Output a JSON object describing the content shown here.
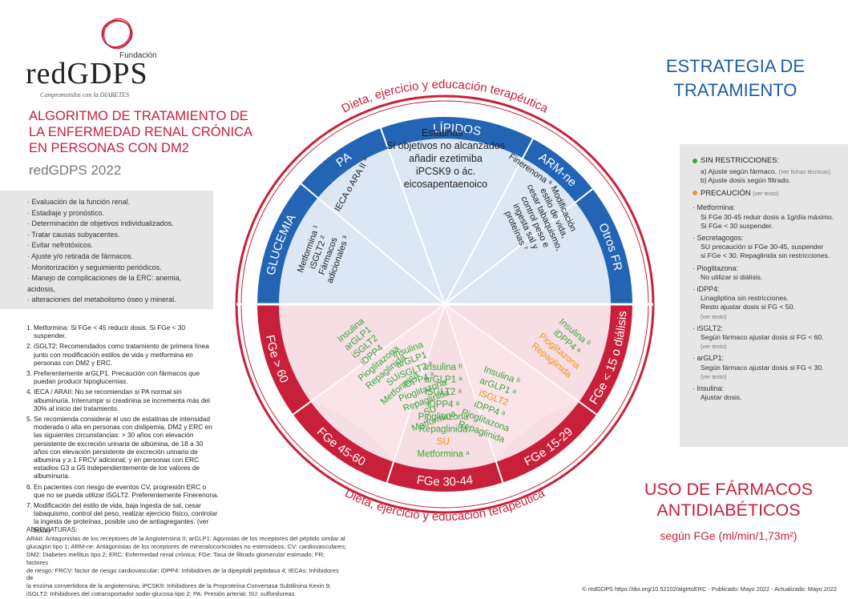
{
  "logo": {
    "fundacion": "Fundación",
    "name": "redGDPS",
    "tagline": "Comprometidos con la DIABETES"
  },
  "title": {
    "lines": [
      "ALGORITMO DE TRATAMIENTO DE",
      "LA ENFERMEDAD RENAL CRÓNICA",
      "EN PERSONAS CON DM2"
    ],
    "sub": "redGDPS 2022"
  },
  "summary_items": [
    "Evaluación de la función renal.",
    "Estadiaje y pronóstico.",
    "Determinación de objetivos individualizados.",
    "Tratar causas subyacentes.",
    "Evitar nefrotóxicos.",
    "Ajuste y/o retirada de fármacos.",
    "Monitorización y seguimiento periódicos.",
    "Manejo de complicaciones de la ERC: anemia, acidosis,",
    "alteraciones del metabolismo óseo y mineral."
  ],
  "notes": [
    {
      "n": "1.",
      "text": "Metformina: Si FGe < 45 reducir dosis. Si FGe < 30 suspender."
    },
    {
      "n": "2.",
      "text": "iSGLT2: Recomendados como tratamiento de primera línea junto con modificación estilos de vida y metformina en personas con DM2 y ERC."
    },
    {
      "n": "3.",
      "text": "Preferentemente arGLP1. Precaución con fármacos que puedan producir hipoglucemias."
    },
    {
      "n": "4.",
      "text": "IECA / ARAII: No se recomiendan si PA normal sin albuminuria. Interrumpir si creatinina se incrementa más del 30% al inicio del tratamiento."
    },
    {
      "n": "5.",
      "text": "Se recomienda considerar el uso de estatinas de intensidad moderada o alta en personas con dislipemia, DM2 y ERC en las siguientes circunstancias: > 30 años con elevación persistente de excreción urinaria de albúmina, de 18 a 30 años con elevación persistente de excreción urinaria de albumina y ≥ 1 FRCV adicional, y en personas con ERC estadios G3 a G5 independientemente de los valores de albuminuria."
    },
    {
      "n": "6.",
      "text": "En pacientes con riesgo de eventos CV, progresión ERC o que no se pueda utilizar iSGLT2. Preferentemente Finerenona."
    },
    {
      "n": "7.",
      "text": "Modificación del estilo de vida, baja ingesta de sal, cesar tabaquismo, control del peso, realizar ejercicio físico, controlar la ingesta de proteínas, posible uso de antiagregantes. (ver texto)"
    }
  ],
  "abbreviations": {
    "heading": "ABREVIATURAS:",
    "lines": [
      "ARAII: Antagonistas de los receptores de la Angiotensina II; arGLP1: Agonistas de los receptores del péptido similar al",
      "glucagón tipo 1; ARM-ne: Antagonistas de los receptores de mineralocorticoides no esteroideos; CV: cardiovasculares;",
      "DM2: Diabetes mellitus tipo 2; ERC: Enfermedad renal crónica; FGe: Tasa de filtrado glomerular estimado; FR: factores",
      "de riesgo; FRCV: factor de riesgo cardiovascular; iDPP4: Inhibidores de la dipeptidil peptidasa 4; IECAs: Inhibidores de",
      "la enzima convertidora de la angiotensina; iPCSK9: Inhibidores de la Proproteína Convertasa Subtilisina Kexin 9;",
      "iSGLT2: Inhibidores del cotransportador sodio-glucosa tipo 2; PA: Presión arterial; SU: sulfonilureas."
    ]
  },
  "wheel": {
    "arc_top": "Dieta, ejercicio y educación terapéutica",
    "arc_bottom": "Dieta, ejercicio y educación terapéutica",
    "top_ring": [
      "GLUCEMIA",
      "PA",
      "LÍPIDOS",
      "ARM-ne",
      "Otros FR"
    ],
    "bottom_ring": [
      "FGe > 60",
      "FGe 45-60",
      "FGe 30-44",
      "FGe 15-29",
      "FGe < 15 o diálisis"
    ],
    "top_sectors": {
      "glucemia": [
        "Metformina ¹",
        "iSGLT2 ²",
        "Fármacos",
        "adicionales ³"
      ],
      "pa": [
        "IECA o ARA II ⁴"
      ],
      "lipidos": [
        "Estatinas ⁵",
        "Si objetivos no alcanzados",
        "añadir ezetimiba",
        "iPCSK9 o ác.",
        "eicosapentaenoico"
      ],
      "armne": [
        "Finerenona ⁶"
      ],
      "otros": [
        "Modificación",
        "estilo de vida,",
        "cesar tabaquismo,",
        "control peso e",
        "ingesta sal y",
        "proteínas ⁷"
      ]
    },
    "drugs_fge60": [
      "Insulina",
      "arGLP1",
      "iSGLT2",
      "iDPP4",
      "Pioglitazona",
      "Repaglinida",
      "SU",
      "Metformina"
    ],
    "drugs_fge45": [
      "Insulina",
      "arGLP1",
      "iSGLT2 ᵃ",
      "iDPP4 ᵃ",
      "Pioglitazona",
      "Repaglinida",
      "SU",
      "Metformina"
    ],
    "drugs_fge30": [
      "Insulina ᵇ",
      "arGLP1 ᵃ",
      "iSGLT2 ᵃ",
      "iDPP4 ᵃ",
      "Pioglitazona",
      "Repaglinida",
      "SU",
      "Metformina ᵃ"
    ],
    "drugs_fge15": [
      "Insulina ᵇ",
      "arGLP1 ᵃ",
      "iSGLT2",
      "iDPP4 ᵃ",
      "Pioglitazona",
      "Repaglinida"
    ],
    "drugs_dial": [
      "Insulina ᵇ",
      "iDPP4 ᵃ",
      "Pioglitazona",
      "Repaglinida"
    ]
  },
  "strategy_title": [
    "ESTRATEGIA DE",
    "TRATAMIENTO"
  ],
  "legend": {
    "green_label": "SIN RESTRICCIONES:",
    "green_a": "a) Ajuste según fármaco.",
    "green_a_note": "(Ver fichas técnicas)",
    "green_b": "b) Ajuste dosis según filtrado.",
    "orange_label": "PRECAUCIÓN",
    "orange_note": "(ver texto)"
  },
  "drug_notes": [
    {
      "name": "Metformina:",
      "lines": [
        "Si FGe 30-45 reduir dosis a 1g/día máximo.",
        "Si FGe < 30 suspender."
      ]
    },
    {
      "name": "Secretagogos:",
      "lines": [
        "SU precaución si FGe 30-45, suspender",
        "si FGe < 30. Repaglinida sin restricciones."
      ]
    },
    {
      "name": "Pioglitazona:",
      "lines": [
        "No utilizar si diálisis."
      ]
    },
    {
      "name": "iDPP4:",
      "lines": [
        "Linagliptina sin restricciones.",
        "Resto ajustar dosis si FG < 50.",
        "(ver texto)"
      ]
    },
    {
      "name": "iSGLT2:",
      "lines": [
        "Según fármaco ajustar dosis si FG < 60.",
        "(ver texto)"
      ]
    },
    {
      "name": "arGLP1:",
      "lines": [
        "Según fármaco ajustar dosis si FG < 30.",
        "(ver texto)"
      ]
    },
    {
      "name": "Insulina:",
      "lines": [
        "Ajustar dosis."
      ]
    }
  ],
  "uso_title": [
    "USO DE FÁRMACOS",
    "ANTIDIABÉTICOS"
  ],
  "uso_sub": "según FGe (ml/min/1,73m²)",
  "copyright": "© redGDPS https://doi.org/10.52102/algtrtoERC - Publicado: Mayo 2022 - Actualizado: Mayo 2022",
  "colors": {
    "blue": "#2364b5",
    "red": "#c8203b",
    "green": "#3aa63a",
    "orange": "#e8961b",
    "pinkfill": "#f7dde4",
    "bluefill": "#dbe7f5"
  }
}
